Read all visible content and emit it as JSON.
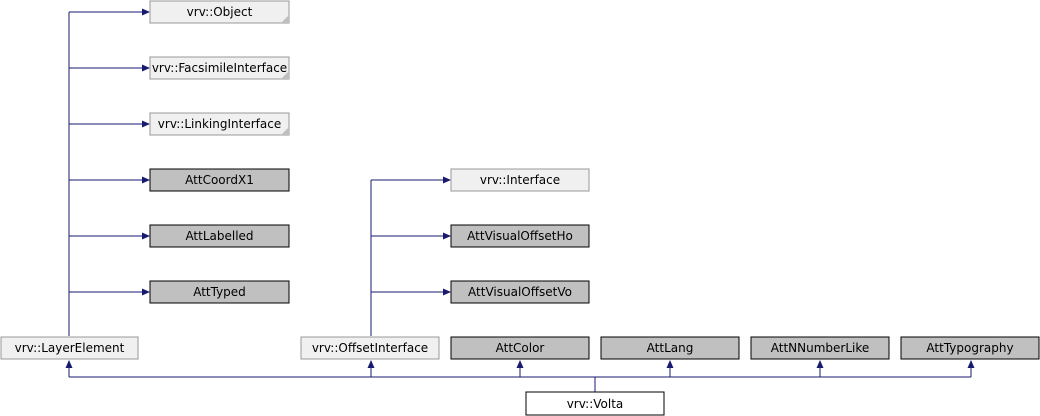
{
  "diagram": {
    "nodes": {
      "object": "vrv::Object",
      "facsimile": "vrv::FacsimileInterface",
      "linking": "vrv::LinkingInterface",
      "coordx1": "AttCoordX1",
      "labelled": "AttLabelled",
      "typed": "AttTyped",
      "interface": "vrv::Interface",
      "visualho": "AttVisualOffsetHo",
      "visualvo": "AttVisualOffsetVo",
      "layerelement": "vrv::LayerElement",
      "offsetinterface": "vrv::OffsetInterface",
      "color": "AttColor",
      "lang": "AttLang",
      "nnumberlike": "AttNNumberLike",
      "typography": "AttTypography",
      "volta": "vrv::Volta"
    },
    "colors": {
      "edge": "#191970",
      "node_light_fill": "#f0f0f0",
      "node_dark_fill": "#c0c0c0"
    }
  }
}
